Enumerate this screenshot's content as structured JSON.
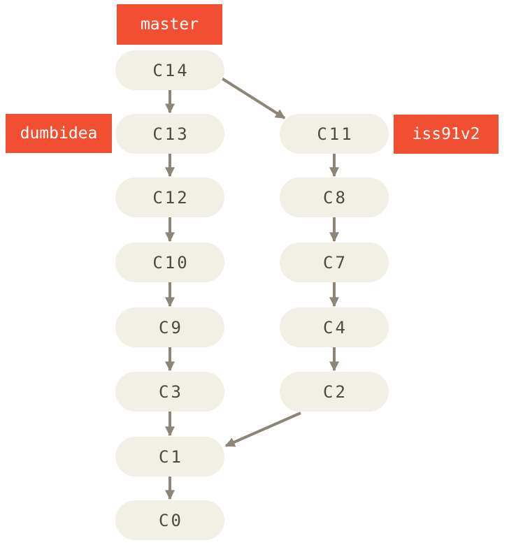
{
  "figure": {
    "type": "git-commit-graph",
    "colors": {
      "background": "#ffffff",
      "commit_fill": "#f1efe6",
      "commit_text": "#4e4a41",
      "branch_fill": "#f14e32",
      "branch_text": "#ffffff",
      "arrow": "#8c8578"
    },
    "branches": [
      {
        "name": "master",
        "attached_to": "C14",
        "side": "top"
      },
      {
        "name": "dumbidea",
        "attached_to": "C13",
        "side": "left"
      },
      {
        "name": "iss91v2",
        "attached_to": "C11",
        "side": "right"
      }
    ],
    "commits": [
      {
        "label": "C14"
      },
      {
        "label": "C13"
      },
      {
        "label": "C12"
      },
      {
        "label": "C10"
      },
      {
        "label": "C9"
      },
      {
        "label": "C3"
      },
      {
        "label": "C1"
      },
      {
        "label": "C0"
      },
      {
        "label": "C11"
      },
      {
        "label": "C8"
      },
      {
        "label": "C7"
      },
      {
        "label": "C4"
      },
      {
        "label": "C2"
      }
    ],
    "edges": [
      {
        "child": "C14",
        "parent": "C13"
      },
      {
        "child": "C14",
        "parent": "C11"
      },
      {
        "child": "C13",
        "parent": "C12"
      },
      {
        "child": "C12",
        "parent": "C10"
      },
      {
        "child": "C10",
        "parent": "C9"
      },
      {
        "child": "C9",
        "parent": "C3"
      },
      {
        "child": "C3",
        "parent": "C1"
      },
      {
        "child": "C1",
        "parent": "C0"
      },
      {
        "child": "C11",
        "parent": "C8"
      },
      {
        "child": "C8",
        "parent": "C7"
      },
      {
        "child": "C7",
        "parent": "C4"
      },
      {
        "child": "C4",
        "parent": "C2"
      },
      {
        "child": "C2",
        "parent": "C1"
      }
    ]
  }
}
